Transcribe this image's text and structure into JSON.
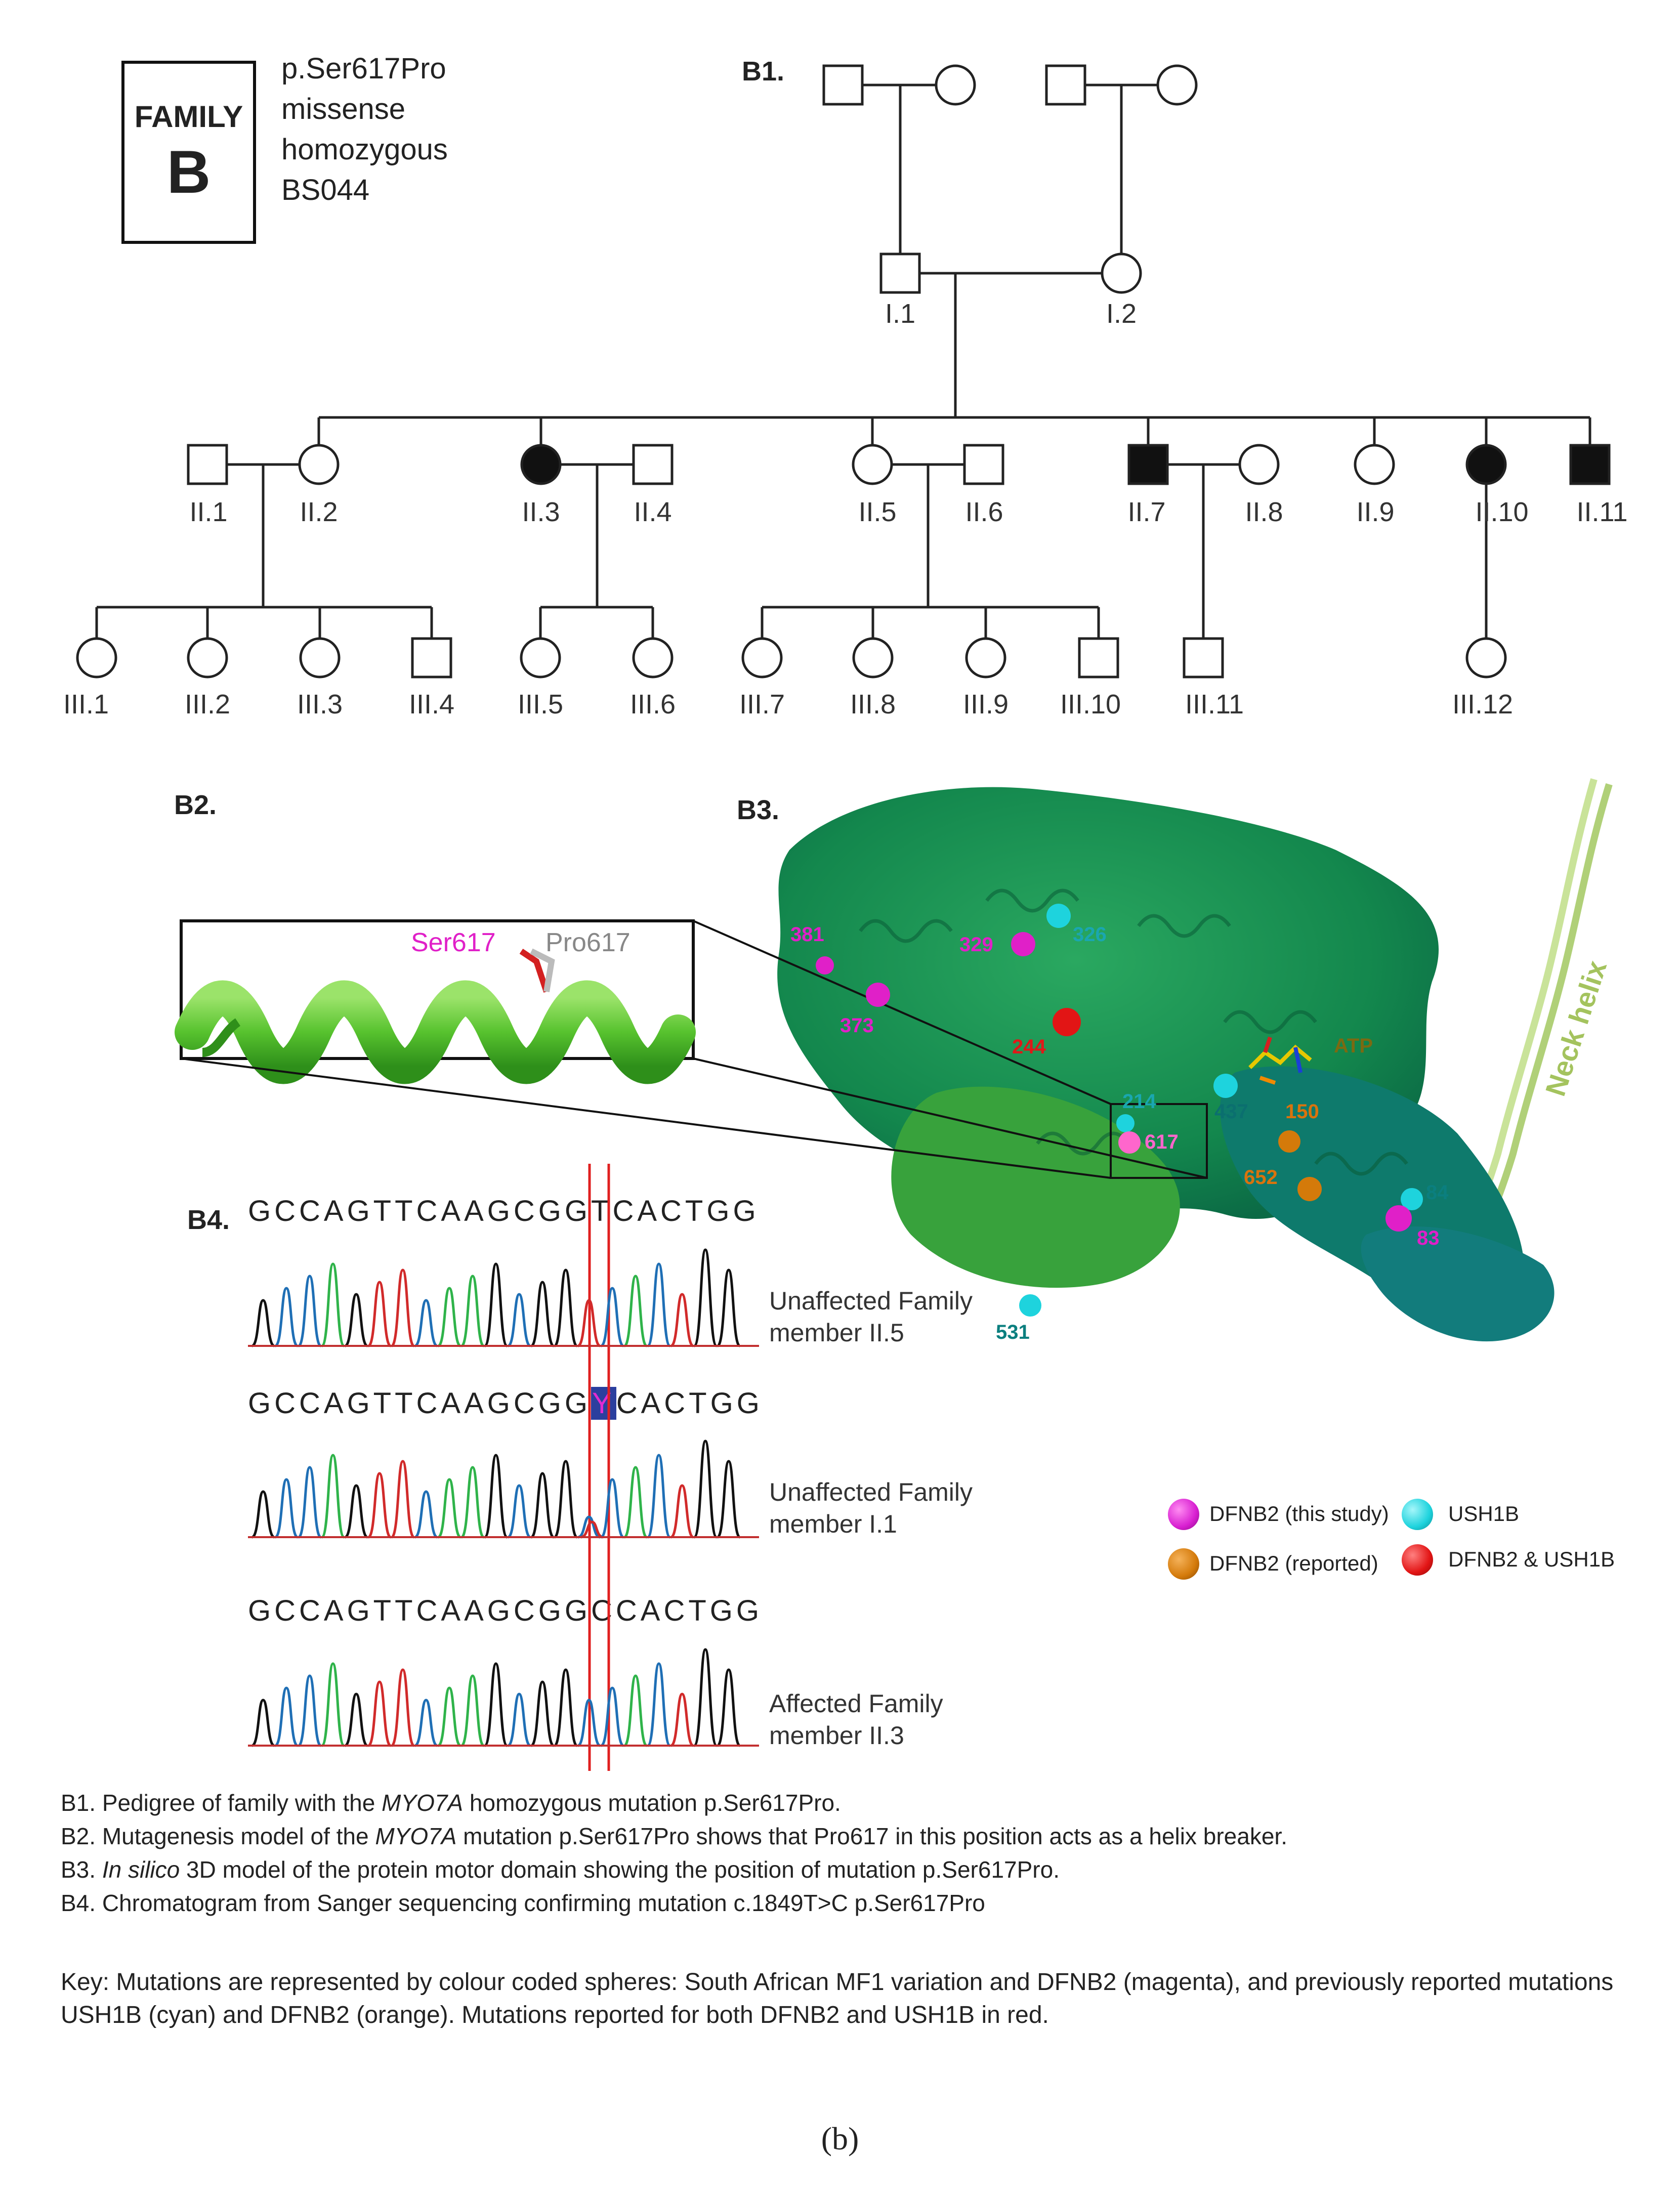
{
  "family_box": {
    "line1": "FAMILY",
    "line2": "B"
  },
  "variant_info": [
    "p.Ser617Pro",
    "missense",
    "homozygous",
    "BS044"
  ],
  "panel_labels": {
    "b1": "B1.",
    "b2": "B2.",
    "b3": "B3.",
    "b4": "B4."
  },
  "pedigree": {
    "individuals": [
      {
        "id": "I.1",
        "sex": "male",
        "affected": false
      },
      {
        "id": "I.2",
        "sex": "female",
        "affected": false
      },
      {
        "id": "II.1",
        "sex": "male",
        "affected": false
      },
      {
        "id": "II.2",
        "sex": "female",
        "affected": false
      },
      {
        "id": "II.3",
        "sex": "female",
        "affected": true
      },
      {
        "id": "II.4",
        "sex": "male",
        "affected": false
      },
      {
        "id": "II.5",
        "sex": "female",
        "affected": false
      },
      {
        "id": "II.6",
        "sex": "male",
        "affected": false
      },
      {
        "id": "II.7",
        "sex": "male",
        "affected": true
      },
      {
        "id": "II.8",
        "sex": "female",
        "affected": false
      },
      {
        "id": "II.9",
        "sex": "female",
        "affected": false
      },
      {
        "id": "II.10",
        "sex": "female",
        "affected": true
      },
      {
        "id": "II.11",
        "sex": "male",
        "affected": true
      },
      {
        "id": "III.1",
        "sex": "female",
        "affected": false
      },
      {
        "id": "III.2",
        "sex": "female",
        "affected": false
      },
      {
        "id": "III.3",
        "sex": "female",
        "affected": false
      },
      {
        "id": "III.4",
        "sex": "male",
        "affected": false
      },
      {
        "id": "III.5",
        "sex": "female",
        "affected": false
      },
      {
        "id": "III.6",
        "sex": "female",
        "affected": false
      },
      {
        "id": "III.7",
        "sex": "female",
        "affected": false
      },
      {
        "id": "III.8",
        "sex": "female",
        "affected": false
      },
      {
        "id": "III.9",
        "sex": "female",
        "affected": false
      },
      {
        "id": "III.10",
        "sex": "male",
        "affected": false
      },
      {
        "id": "III.11",
        "sex": "male",
        "affected": false
      },
      {
        "id": "III.12",
        "sex": "female",
        "affected": false
      }
    ]
  },
  "b2_labels": {
    "wt": "Ser617",
    "mut": "Pro617"
  },
  "b3_residues": [
    {
      "label": "381",
      "color": "#e020c8"
    },
    {
      "label": "373",
      "color": "#e020c8"
    },
    {
      "label": "329",
      "color": "#e020c8"
    },
    {
      "label": "326",
      "color": "#1aa7b0"
    },
    {
      "label": "244",
      "color": "#e01818"
    },
    {
      "label": "214",
      "color": "#1aa7b0"
    },
    {
      "label": "617",
      "color": "#ff66cc"
    },
    {
      "label": "437",
      "color": "#0b6f6f"
    },
    {
      "label": "150",
      "color": "#d9730d"
    },
    {
      "label": "652",
      "color": "#d9730d"
    },
    {
      "label": "84",
      "color": "#0b7f7f"
    },
    {
      "label": "83",
      "color": "#e020c8"
    },
    {
      "label": "531",
      "color": "#0b7f7f"
    }
  ],
  "b3_other_labels": {
    "atp": "ATP",
    "neck": "Neck helix"
  },
  "b4": {
    "seq_ref": "GCCAGTTCAAGCGGTCACTGG",
    "seq_het_pre": "GCCAGTTCAAGCGG",
    "seq_het_mid": "Y",
    "seq_het_post": "CACTGG",
    "seq_hom": "GCCAGTTCAAGCGGCCACTGG",
    "member1": [
      "Unaffected Family",
      "member II.5"
    ],
    "member2": [
      "Unaffected Family",
      "member I.1"
    ],
    "member3": [
      "Affected Family",
      "member II.3"
    ]
  },
  "legend": {
    "dfnb2_study": "DFNB2 (this study)",
    "ush1b": "USH1B",
    "dfnb2_reported": "DFNB2 (reported)",
    "both": "DFNB2 & USH1B",
    "colors": {
      "magenta": "#d81fd1",
      "cyan": "#1ed3dd",
      "orange": "#d47a0a",
      "red": "#e21515"
    }
  },
  "captions": {
    "b1_pre": "B1. Pedigree of family with the ",
    "b1_gene": "MYO7A",
    "b1_post": " homozygous mutation p.Ser617Pro.",
    "b2_pre": "B2. Mutagenesis model of the ",
    "b2_gene": "MYO7A",
    "b2_post": " mutation p.Ser617Pro shows that Pro617 in this position acts as a helix breaker.",
    "b3_pre": "B3. ",
    "b3_ital": "In silico",
    "b3_post": " 3D model of the protein motor domain showing the position of mutation p.Ser617Pro.",
    "b4": "B4. Chromatogram from Sanger sequencing confirming mutation c.1849T>C  p.Ser617Pro"
  },
  "key": "Key: Mutations are represented by colour coded spheres: South African MF1 variation and DFNB2 (magenta), and previously reported mutations USH1B (cyan) and DFNB2 (orange). Mutations reported for both DFNB2 and USH1B in red.",
  "subfigure": "(b)"
}
